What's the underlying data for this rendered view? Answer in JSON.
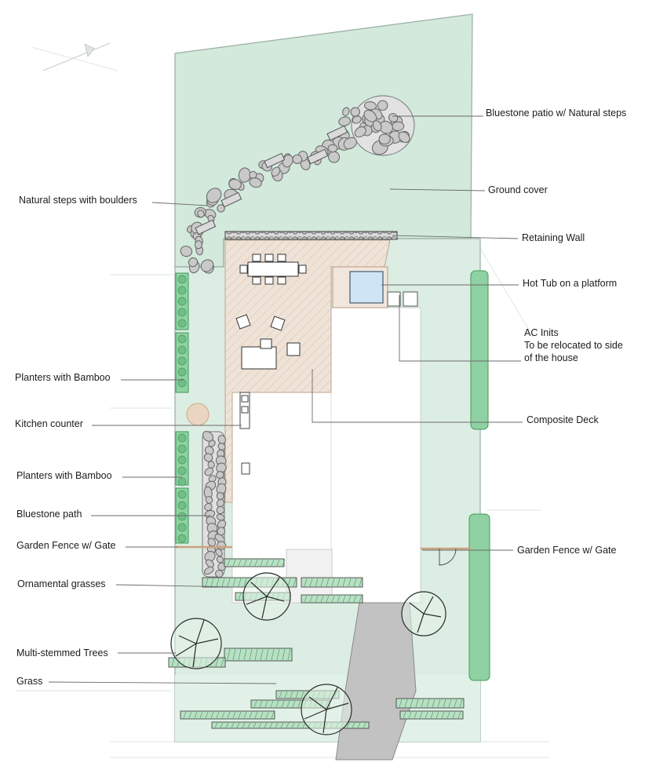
{
  "labels": {
    "bluestone_patio": "Bluestone patio w/ Natural steps",
    "natural_steps": "Natural steps with boulders",
    "ground_cover": "Ground cover",
    "retaining_wall": "Retaining Wall",
    "hot_tub": "Hot Tub on a platform",
    "ac_units": "AC Inits\nTo be relocated to side\nof the house",
    "planters_bamboo_1": "Planters with Bamboo",
    "kitchen_counter": "Kitchen counter",
    "composite_deck": "Composite Deck",
    "planters_bamboo_2": "Planters with Bamboo",
    "bluestone_path": "Bluestone path",
    "garden_fence_left": "Garden Fence w/ Gate",
    "garden_fence_right": "Garden Fence w/ Gate",
    "ornamental_grasses": "Ornamental grasses",
    "multi_stemmed_trees": "Multi-stemmed Trees",
    "grass": "Grass"
  },
  "colors": {
    "lawn": "#d8ebe0",
    "ground_cover": "#d2e9db",
    "deck": "#efe3d8",
    "deck_hatch": "#d9c5b3",
    "stone": "#c9c9c9",
    "stone_edge": "#6d6d6d",
    "bamboo": "#8fd1a3",
    "bamboo_edge": "#3f9a5b",
    "hot_tub_water": "#cfe4f5",
    "driveway": "#bcbcbc",
    "fence": "#c9a27f",
    "leader": "#6b6b6b"
  }
}
